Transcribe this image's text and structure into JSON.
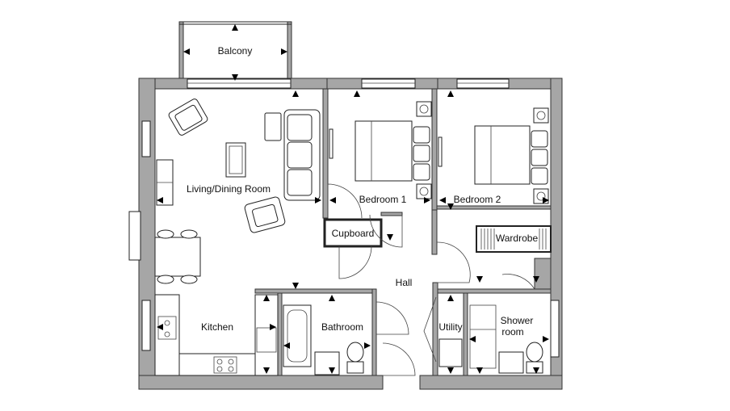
{
  "rooms": {
    "balcony": "Balcony",
    "living": "Living/Dining Room",
    "bedroom1": "Bedroom 1",
    "bedroom2": "Bedroom 2",
    "cupboard": "Cupboard",
    "wardrobe": "Wardrobe",
    "hall": "Hall",
    "kitchen": "Kitchen",
    "bathroom": "Bathroom",
    "utility": "Utility",
    "shower_line1": "Shower",
    "shower_line2": "room"
  },
  "colors": {
    "wall": "#a6a6a6",
    "line": "#222222",
    "background": "#ffffff"
  }
}
